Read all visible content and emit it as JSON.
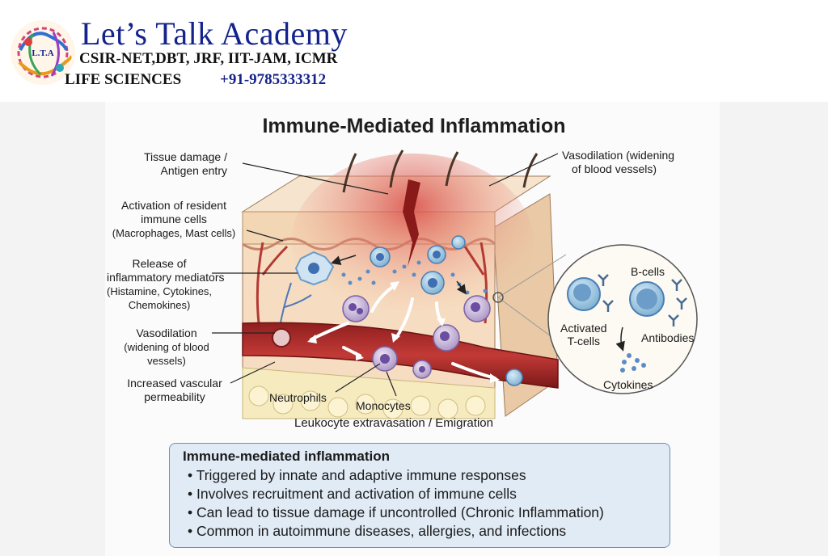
{
  "header": {
    "brand_title": "Let’s Talk Academy",
    "exams": "CSIR-NET,DBT, JRF, IIT-JAM, ICMR",
    "subject": "LIFE SCIENCES",
    "phone": "+91-9785333312",
    "logo_text": "L.T.A"
  },
  "diagram": {
    "title": "Immune-Mediated Inflammation",
    "labels": {
      "tissue_damage": [
        "Tissue damage /",
        "Antigen entry"
      ],
      "vasodilation_top": [
        "Vasodilation (widening",
        "of blood vessels)"
      ],
      "activation": [
        "Activation of resident",
        "immune cells",
        "(Macrophages, Mast cells)"
      ],
      "release": [
        "Release of",
        "inflammatory mediators",
        "(Histamine, Cytokines,",
        "Chemokines)"
      ],
      "vasodilation_left": [
        "Vasodilation",
        "(widening of blood",
        "vessels)"
      ],
      "permeability": [
        "Increased vascular",
        "permeability"
      ],
      "neutrophils": "Neutrophils",
      "monocytes": "Monocytes",
      "extravasation": "Leukocyte extravasation / Emigration"
    },
    "inset": {
      "t_cells": [
        "Activated",
        "T-cells"
      ],
      "b_cells": "B-cells",
      "antibodies": "Antibodies",
      "cytokines": "Cytokines"
    }
  },
  "summary": {
    "heading": "Immune-mediated inflammation",
    "points": [
      "Triggered by innate and adaptive immune responses",
      "Involves recruitment and activation of immune cells",
      "Can lead to tissue damage if uncontrolled (Chronic Inflammation)",
      "Common in autoimmune diseases, allergies, and infections"
    ]
  },
  "colors": {
    "brand_blue": "#14238c",
    "skin": "#f3d7b5",
    "inflamed": "#e06a5f",
    "vessel": "#a92b2b",
    "summary_bg": "#e1ebf5",
    "summary_border": "#6e8fb4"
  }
}
